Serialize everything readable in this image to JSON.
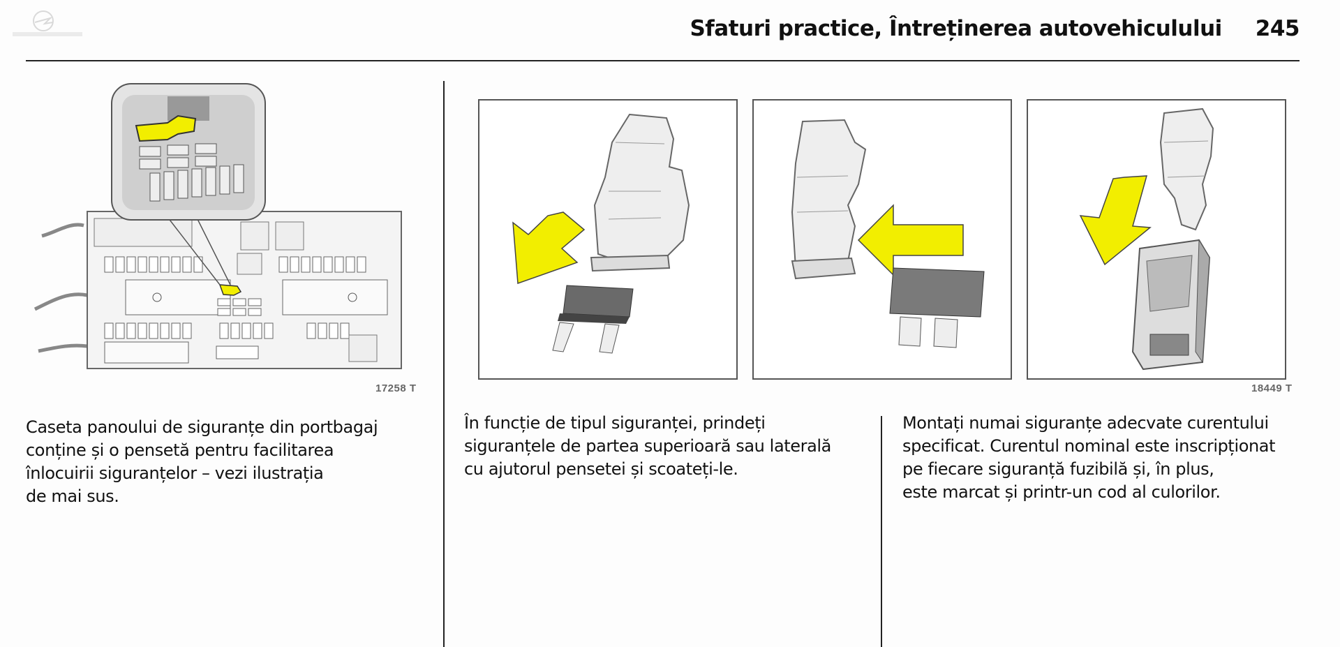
{
  "header": {
    "title": "Sfaturi practice, Întreținerea autovehiculului",
    "page_number": "245"
  },
  "figures": {
    "left_code": "17258 T",
    "right_code": "18449 T"
  },
  "colors": {
    "highlight": "#f2ee00",
    "rule": "#222222"
  },
  "columns": [
    {
      "text": "Caseta panoului de siguranțe din portbagaj\nconține și o pensetă pentru facilitarea\nînlocuirii siguranțelor – vezi ilustrația\nde mai sus."
    },
    {
      "text": "În funcție de tipul siguranței, prindeți\nsiguranțele de partea superioară sau laterală\ncu ajutorul pensetei și scoateți-le."
    },
    {
      "text": "Montați numai siguranțe adecvate curentului\nspecificat. Curentul nominal este inscripționat\npe fiecare siguranță fuzibilă și, în plus,\neste marcat și printr-un cod al culorilor."
    }
  ]
}
